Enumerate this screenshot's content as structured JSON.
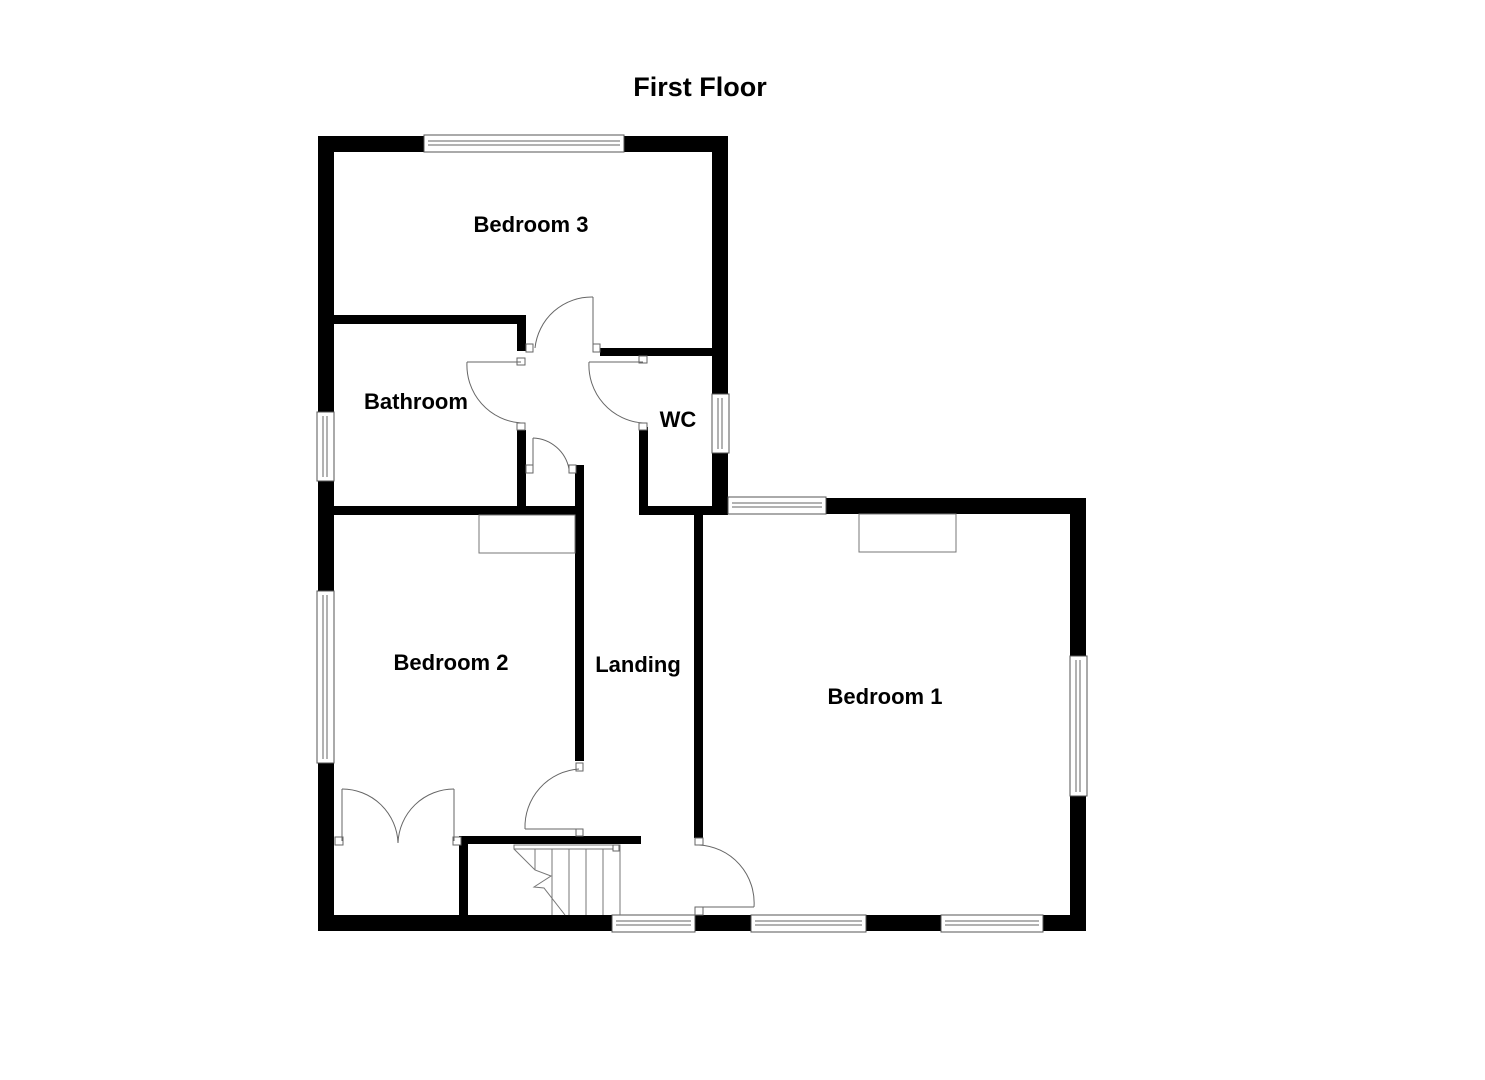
{
  "title": "First Floor",
  "rooms": [
    {
      "label": "Bedroom 3"
    },
    {
      "label": "Bathroom"
    },
    {
      "label": "WC"
    },
    {
      "label": "Bedroom 2"
    },
    {
      "label": "Landing"
    },
    {
      "label": "Bedroom 1"
    }
  ],
  "colors": {
    "wall": "#000000",
    "background": "#ffffff",
    "fixture_line": "#777777"
  }
}
